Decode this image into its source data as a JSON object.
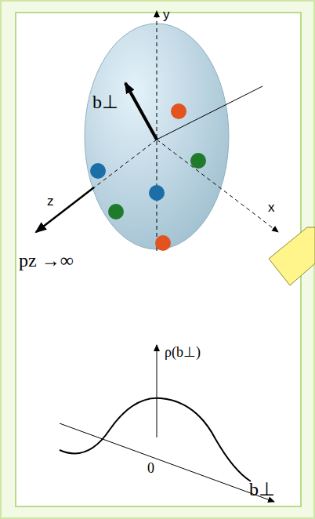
{
  "diagram": {
    "labels": [
      "y",
      "z",
      "x",
      "b⊥",
      "pz →∞",
      "ρ(b⊥)",
      "0",
      "b⊥"
    ]
  }
}
